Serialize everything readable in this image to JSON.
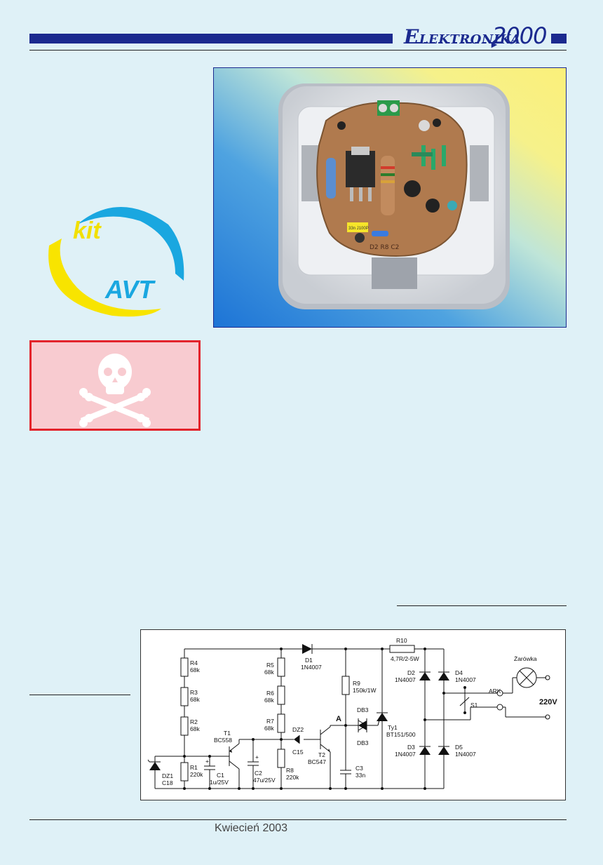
{
  "header": {
    "brand_first": "E",
    "brand_rest": "LEKTRONIKA",
    "brand_year": "2000"
  },
  "photo": {
    "marking_capacitor": "33n J100P",
    "board_label": "D2 R8 C2"
  },
  "kit_logo": {
    "kit": "kit",
    "avt": "AVT"
  },
  "footer": {
    "date": "Kwiecień 2003"
  },
  "schematic": {
    "labels": {
      "r4": "R4",
      "r4v": "68k",
      "r3": "R3",
      "r3v": "68k",
      "r2": "R2",
      "r2v": "68k",
      "r1": "R1",
      "r1v": "220k",
      "dz1": "DZ1",
      "dz1v": "C18",
      "c1": "C1",
      "c1v": "1u/25V",
      "t1": "T1",
      "t1v": "BC558",
      "c2": "C2",
      "c2v": "47u/25V",
      "r5": "R5",
      "r5v": "68k",
      "r6": "R6",
      "r6v": "68k",
      "r7": "R7",
      "r7v": "68k",
      "r8": "R8",
      "r8v": "220k",
      "dz2": "DZ2",
      "dz2v": "C15",
      "t2": "T2",
      "t2v": "BC547",
      "d1": "D1",
      "d1v": "1N4007",
      "r9": "R9",
      "r9v": "150k/1W",
      "a": "A",
      "db3a": "DB3",
      "db3b": "DB3",
      "c3": "C3",
      "c3v": "33n",
      "ty1": "Ty1",
      "ty1v": "BT151/500",
      "r10": "R10",
      "r10v": "4,7R/2-5W",
      "d2": "D2",
      "d2v": "1N4007",
      "d3": "D3",
      "d3v": "1N4007",
      "d4": "D4",
      "d4v": "1N4007",
      "d5": "D5",
      "d5v": "1N4007",
      "ark": "ARK",
      "s1": "S1",
      "lamp": "Żarówka",
      "mains": "220V",
      "plus1": "+",
      "plus2": "+"
    }
  }
}
